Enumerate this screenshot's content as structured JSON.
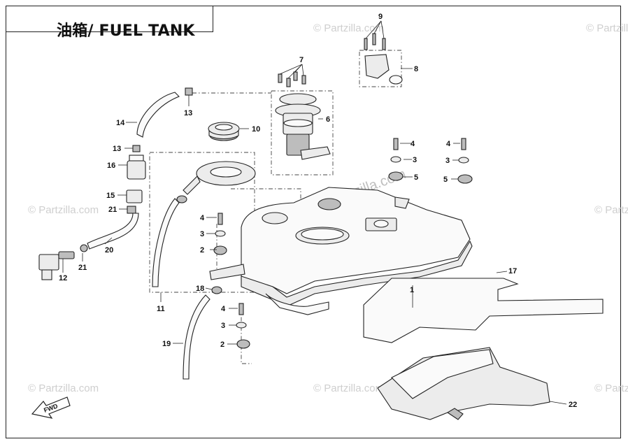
{
  "title": "油箱/ FUEL TANK",
  "watermark": "© Partzilla.com",
  "fwd_label": "FWD",
  "callouts": {
    "c1": "1",
    "c2a": "2",
    "c2b": "2",
    "c3a": "3",
    "c3b": "3",
    "c3c": "3",
    "c3d": "3",
    "c4a": "4",
    "c4b": "4",
    "c4c": "4",
    "c4d": "4",
    "c5a": "5",
    "c5b": "5",
    "c6": "6",
    "c7": "7",
    "c8": "8",
    "c9": "9",
    "c10": "10",
    "c11": "11",
    "c12": "12",
    "c13a": "13",
    "c13b": "13",
    "c14": "14",
    "c15": "15",
    "c16": "16",
    "c17": "17",
    "c18": "18",
    "c19": "19",
    "c20": "20",
    "c21a": "21",
    "c21b": "21",
    "c22": "22"
  }
}
